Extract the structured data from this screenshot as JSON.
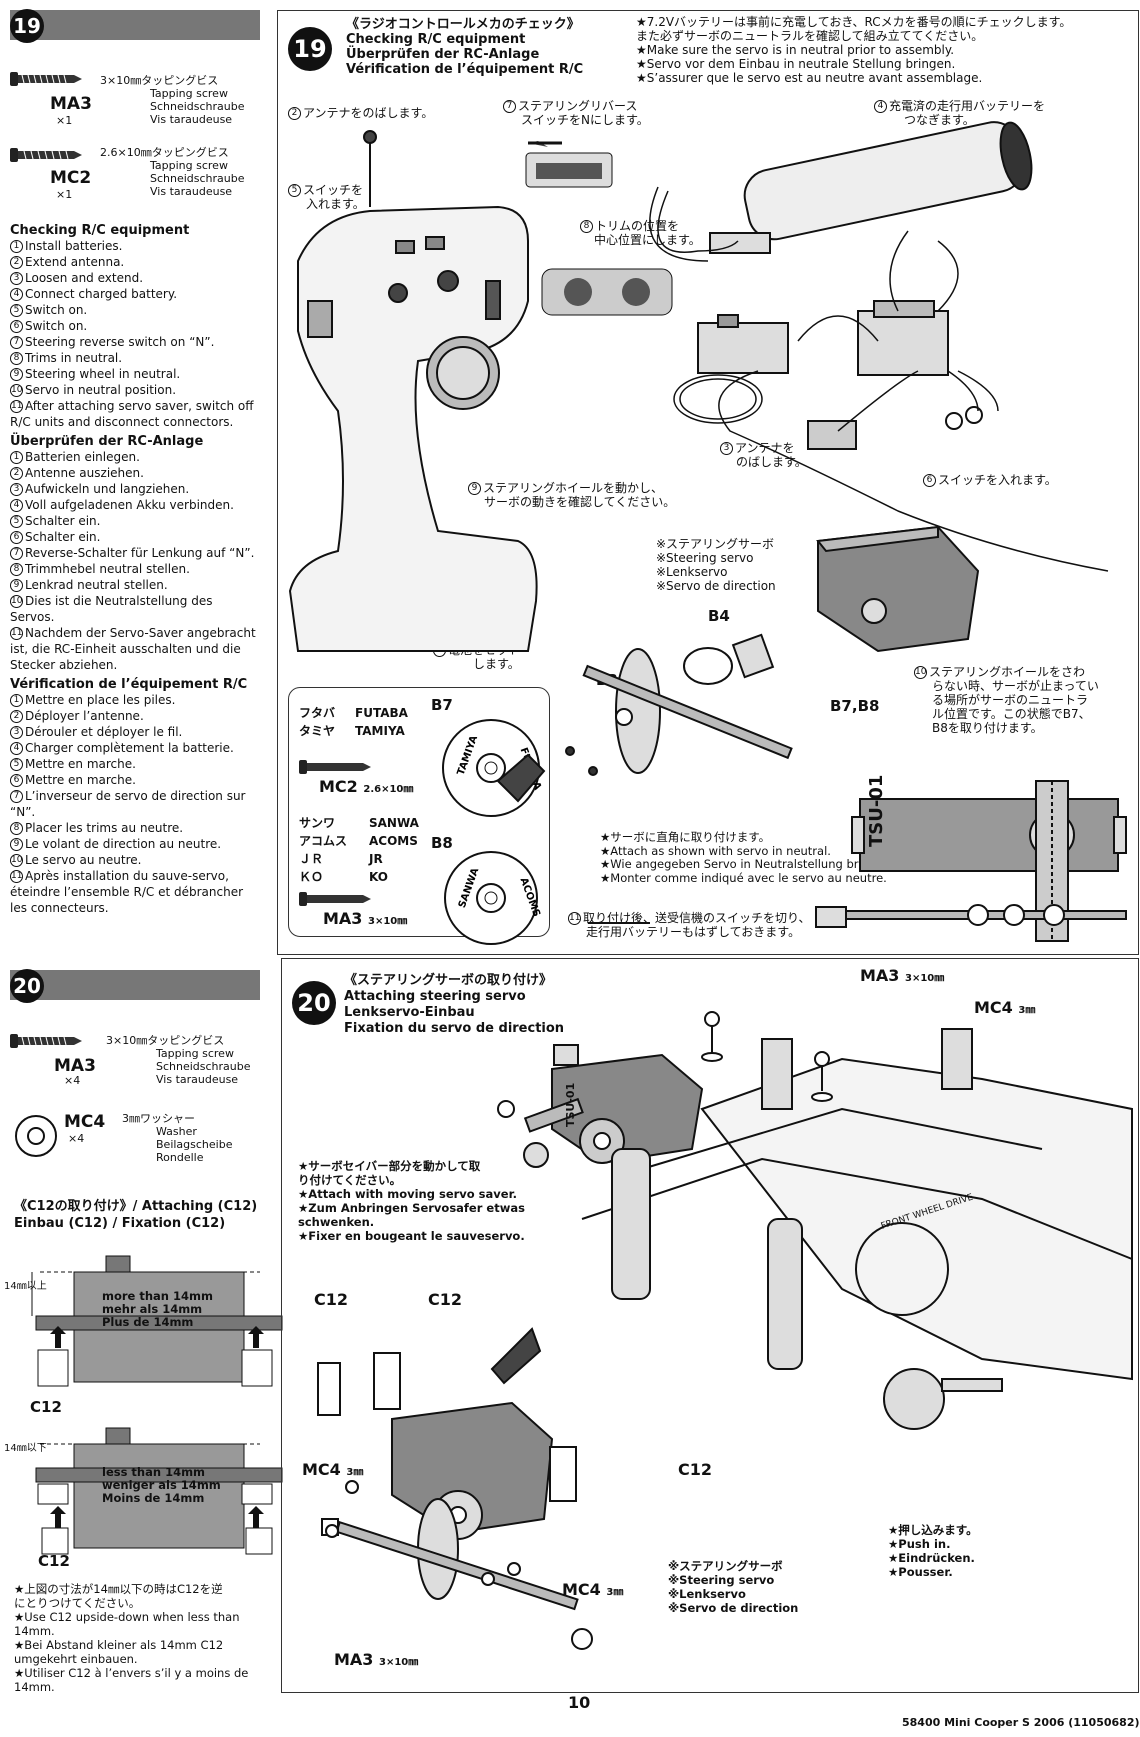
{
  "step19": {
    "num": "19",
    "parts": [
      {
        "code": "MA3",
        "qty": "×1",
        "size": "3×10㎜タッピングビス",
        "desc": [
          "Tapping screw",
          "Schneidschraube",
          "Vis taraudeuse"
        ]
      },
      {
        "code": "MC2",
        "qty": "×1",
        "size": "2.6×10㎜タッピングビス",
        "desc": [
          "Tapping screw",
          "Schneidschraube",
          "Vis taraudeuse"
        ]
      }
    ],
    "en_title": "Checking R/C equipment",
    "en": [
      "Install batteries.",
      "Extend antenna.",
      "Loosen and extend.",
      "Connect charged battery.",
      "Switch on.",
      "Switch on.",
      "Steering reverse switch on “N”.",
      "Trims in neutral.",
      "Steering wheel in neutral.",
      "Servo in neutral position.",
      "After attaching servo saver, switch off R/C units and disconnect connectors."
    ],
    "de_title": "Überprüfen der RC-Anlage",
    "de": [
      "Batterien einlegen.",
      "Antenne ausziehen.",
      "Aufwickeln und langziehen.",
      "Voll aufgeladenen Akku verbinden.",
      "Schalter ein.",
      "Schalter ein.",
      "Reverse-Schalter für Lenkung auf “N”.",
      "Trimmhebel neutral stellen.",
      "Lenkrad neutral stellen.",
      "Dies ist die Neutralstellung des Servos.",
      "Nachdem der Servo-Saver angebracht ist, die RC-Einheit ausschalten und die Stecker abziehen."
    ],
    "fr_title": "Vérification de l’équipement R/C",
    "fr": [
      "Mettre en place les piles.",
      "Déployer l’antenne.",
      "Dérouler et déployer le fil.",
      "Charger complètement la batterie.",
      "Mettre en marche.",
      "Mettre en marche.",
      "L’inverseur de servo de direction sur “N”.",
      "Placer les trims au neutre.",
      "Le volant de direction au neutre.",
      "Le servo au neutre.",
      "Après installation du sauve-servo, éteindre l’ensemble R/C et débrancher les connecteurs."
    ],
    "panel": {
      "title_jp": "《ラジオコントロールメカのチェック》",
      "title_en": "Checking R/C equipment",
      "title_de": "Überprüfen der RC-Anlage",
      "title_fr": "Vérification de l’équipement R/C",
      "notes": [
        "★7.2Vバッテリーは事前に充電しておき、RCメカを番号の順にチェックします。",
        "また必ずサーボのニュートラルを確認して組み立ててください。",
        "★Make sure the servo is in neutral prior to assembly.",
        "★Servo vor dem Einbau in neutrale Stellung bringen.",
        "★S’assurer que le servo est au neutre avant assemblage."
      ],
      "c2": "アンテナをのばします。",
      "c5a": "スイッチを",
      "c5b": "入れます。",
      "c7a": "ステアリングリバース",
      "c7b": "スイッチをNにします。",
      "c8a": "トリムの位置を",
      "c8b": "中心位置にします。",
      "c4a": "充電済の走行用バッテリーを",
      "c4b": "つなぎます。",
      "c3a": "アンテナを",
      "c3b": "のばします。",
      "c6": "スイッチを入れます。",
      "c9a": "ステアリングホイールを動かし、",
      "c9b": "サーボの動きを確認してください。",
      "c1a": "電池をセット",
      "c1b": "します。",
      "servo_label": [
        "※ステアリングサーボ",
        "※Steering servo",
        "※Lenkservo",
        "※Servo de direction"
      ],
      "b4": "B4",
      "b3": "B3",
      "b78": "B7,B8",
      "c10": [
        "ステアリングホイールをさわ",
        "らない時、サーボが止まってい",
        "る場所がサーボのニュートラ",
        "ル位置です。この状態でB7、",
        "B8を取り付けます。"
      ],
      "brands": {
        "r1a": "フタバ",
        "r1b": "FUTABA",
        "r2a": "タミヤ",
        "r2b": "TAMIYA",
        "b7": "B7",
        "mc2": "MC2",
        "mc2s": "2.6×10㎜",
        "r3a": "サンワ",
        "r3b": "SANWA",
        "r4a": "アコムス",
        "r4b": "ACOMS",
        "r5a": "ＪＲ",
        "r5b": "JR",
        "r6a": "ＫＯ",
        "r6b": "KO",
        "b8": "B8",
        "ma3": "MA3",
        "ma3s": "3×10㎜",
        "disc1a": "TAMIYA",
        "disc1b": "FUTABA",
        "disc2a": "SANWA",
        "disc2b": "ACOMS"
      },
      "attach": [
        "★サーボに直角に取り付けます。",
        "★Attach as shown with servo in neutral.",
        "★Wie angegeben Servo in Neutralstellung bringen.",
        "★Monter comme indiqué avec le servo au neutre."
      ],
      "c11a": "取り付け後、送受信機のスイッチを切り、",
      "c11b": "走行用バッテリーもはずしておきます。",
      "servo_text": "TSU-01"
    }
  },
  "step20": {
    "num": "20",
    "parts": [
      {
        "code": "MA3",
        "qty": "×4",
        "size": "3×10㎜タッピングビス",
        "desc": [
          "Tapping screw",
          "Schneidschraube",
          "Vis taraudeuse"
        ]
      },
      {
        "code": "MC4",
        "qty": "×4",
        "size": "3㎜ワッシャー",
        "desc": [
          "Washer",
          "Beilagscheibe",
          "Rondelle"
        ]
      }
    ],
    "c12_title1": "《C12の取り付け》/ Attaching (C12)",
    "c12_title2": "Einbau (C12) / Fixation (C12)",
    "more_label": "14㎜以上",
    "more": [
      "more than 14mm",
      "mehr als 14mm",
      "Plus de 14mm"
    ],
    "less_label": "14㎜以下",
    "less": [
      "less than 14mm",
      "weniger als 14mm",
      "Moins de 14mm"
    ],
    "c12": "C12",
    "notes": [
      "★上図の寸法が14㎜以下の時はC12を逆",
      "にとりつけてください。",
      "★Use C12 upside-down when less than 14mm.",
      "★Bei Abstand kleiner als 14mm C12 umgekehrt einbauen.",
      "★Utiliser C12 à l’envers s’il y a moins de 14mm."
    ],
    "panel": {
      "title_jp": "《ステアリングサーボの取り付け》",
      "title_en": "Attaching steering servo",
      "title_de": "Lenkservo-Einbau",
      "title_fr": "Fixation du servo de direction",
      "ma3": "MA3",
      "ma3s": "3×10㎜",
      "mc4": "MC4",
      "mc4s": "3㎜",
      "move": [
        "★サーボセイバー部分を動かして取",
        "り付けてください。",
        "★Attach with moving servo saver.",
        "★Zum Anbringen Servosafer etwas",
        "schwenken.",
        "★Fixer en bougeant le sauveservo."
      ],
      "push": [
        "★押し込みます。",
        "★Push in.",
        "★Eindrücken.",
        "★Pousser."
      ],
      "servo_label": [
        "※ステアリングサーボ",
        "※Steering servo",
        "※Lenkservo",
        "※Servo de direction"
      ],
      "fwd": "FRONT WHEEL DRIVE",
      "servo_text": "TSU-01"
    }
  },
  "footer": {
    "page": "10",
    "model": "58400  Mini Cooper S 2006 (11050682)"
  }
}
